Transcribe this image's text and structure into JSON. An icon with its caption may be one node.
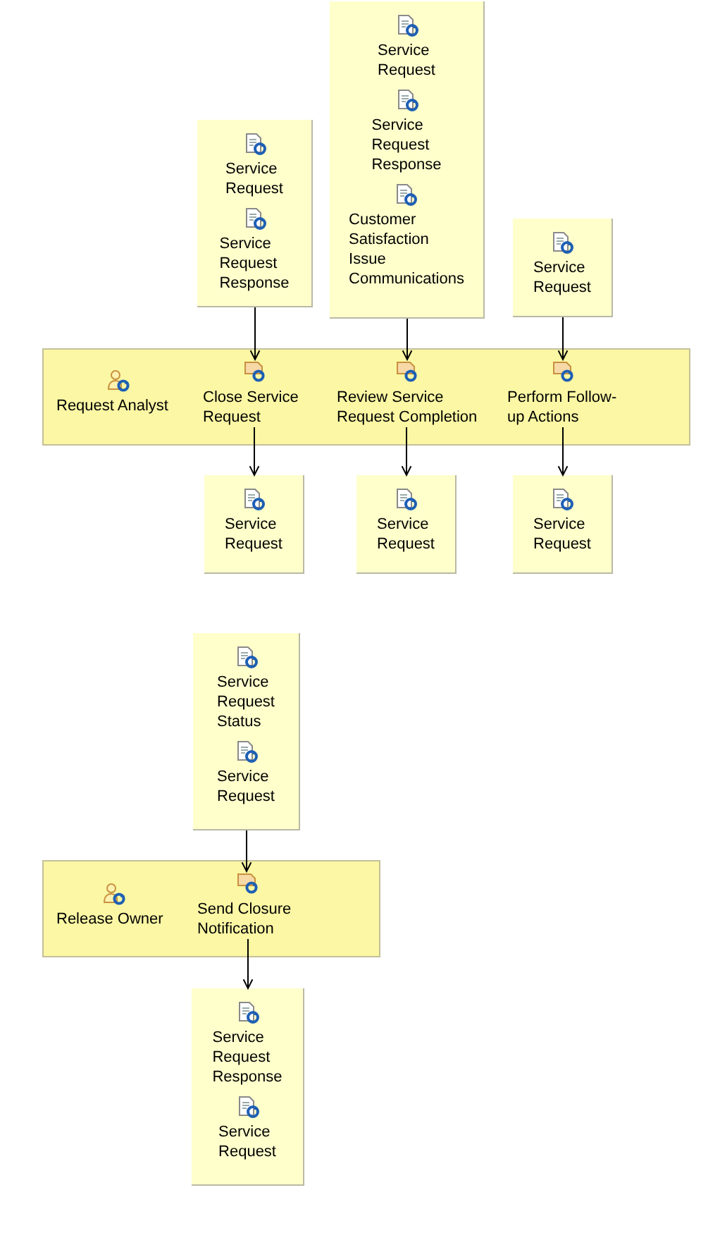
{
  "diagram": {
    "nodes": [
      {
        "text": [
          "Service Request",
          "Service Request Response"
        ]
      },
      {
        "text": [
          "Service Request",
          "Service Request Response",
          "Customer Satisfaction Issue Communications"
        ]
      },
      {
        "text": [
          "Service Request"
        ]
      },
      {
        "text": [
          "Request Analyst"
        ]
      },
      {
        "text": [
          "Close Service Request"
        ],
        "in": 3
      },
      {
        "text": [
          "Review Service Request Completion"
        ],
        "in": 3
      },
      {
        "text": [
          "Perform Follow-up Actions"
        ],
        "in": 3
      },
      {
        "text": [
          "Service Request"
        ]
      },
      {
        "text": [
          "Service Request"
        ]
      },
      {
        "text": [
          "Service Request"
        ]
      },
      {
        "text": [
          "Service Request Status",
          "Service Request"
        ]
      },
      {
        "text": [
          "Release Owner"
        ]
      },
      {
        "text": [
          "Send Closure Notification"
        ],
        "in": 11
      },
      {
        "text": [
          "Service Request Response",
          "Service Request"
        ]
      }
    ],
    "edges": [
      {
        "from": 0,
        "to": 4,
        "arrow": "to"
      },
      {
        "from": 1,
        "to": 5,
        "arrow": "to"
      },
      {
        "from": 2,
        "to": 6,
        "arrow": "to"
      },
      {
        "from": 4,
        "to": 7,
        "arrow": "to"
      },
      {
        "from": 5,
        "to": 8,
        "arrow": "to"
      },
      {
        "from": 6,
        "to": 9,
        "arrow": "to"
      },
      {
        "from": 10,
        "to": 12,
        "arrow": "to"
      },
      {
        "from": 12,
        "to": 13,
        "arrow": "to"
      }
    ]
  }
}
